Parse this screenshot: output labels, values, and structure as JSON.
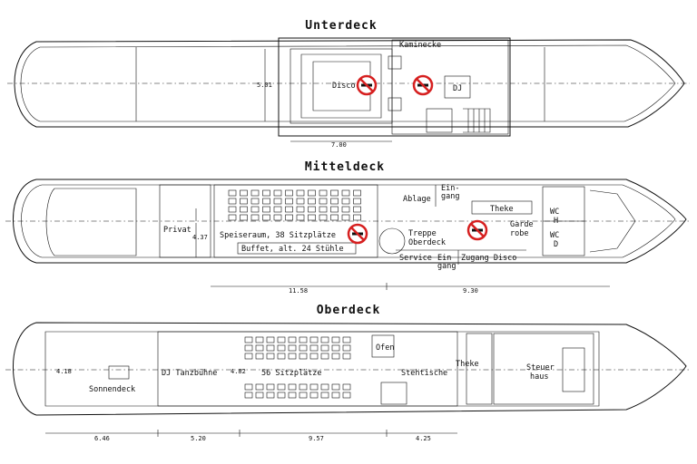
{
  "decks": {
    "unterdeck": {
      "title": "Unterdeck",
      "labels": {
        "disco": "Disco",
        "kaminecke": "Kaminecke",
        "dj": "DJ"
      },
      "dims": {
        "height": "5.01",
        "width": "7.00"
      }
    },
    "mitteldeck": {
      "title": "Mitteldeck",
      "labels": {
        "privat": "Privat",
        "speiseraum": "Speiseraum, 38 Sitzplätze",
        "buffet": "Buffet, alt. 24 Stühle",
        "ablage": "Ablage",
        "eingang_top_1": "Ein-",
        "eingang_top_2": "gang",
        "theke": "Theke",
        "garderobe_1": "Garde",
        "garderobe_2": "robe",
        "treppe_1": "Treppe",
        "treppe_2": "Oberdeck",
        "service": "Service",
        "eingang_bot_1": "Ein",
        "eingang_bot_2": "gang",
        "zugang": "Zugang Disco",
        "wc_h_1": "WC",
        "wc_h_2": "H",
        "wc_d_1": "WC",
        "wc_d_2": "D"
      },
      "dims": {
        "height": "4.37",
        "length_a": "11.58",
        "length_b": "9.30"
      }
    },
    "oberdeck": {
      "title": "Oberdeck",
      "labels": {
        "sonnendeck": "Sonnendeck",
        "tanzbuehne": "DJ Tanzbühne",
        "sitzplaetze": "56 Sitzplätze",
        "ofen": "Ofen",
        "stehtische": "Stehtische",
        "theke": "Theke",
        "steuerhaus_1": "Steuer",
        "steuerhaus_2": "haus"
      },
      "dims": {
        "height": "4.18",
        "height_inner": "4.82",
        "d1": "6.46",
        "d2": "5.20",
        "d3": "9.57",
        "d4": "4.25"
      }
    }
  },
  "icons": {
    "no_smoking": "no-smoking-icon",
    "no_smoking_color": "#d62020"
  }
}
